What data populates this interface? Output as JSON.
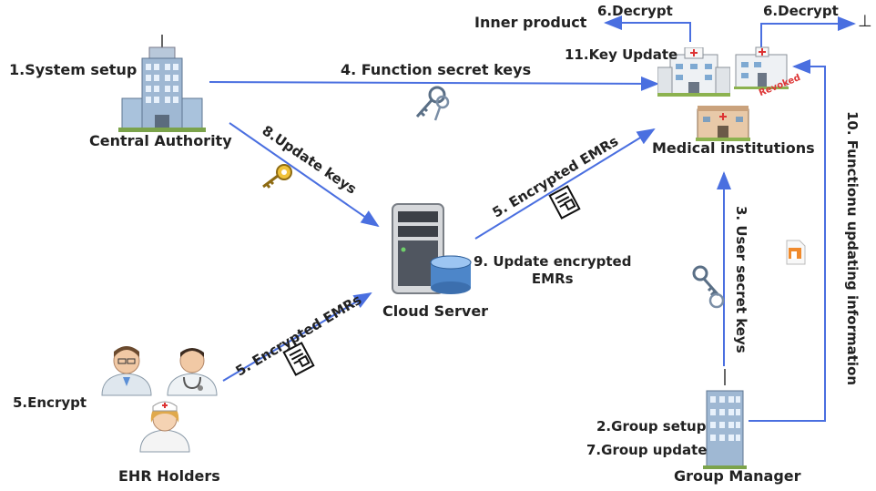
{
  "nodes": {
    "central_authority": "Central Authority",
    "cloud_server": "Cloud Server",
    "medical_institutions": "Medical institutions",
    "group_manager": "Group Manager",
    "ehr_holders": "EHR Holders",
    "inner_product": "Inner product",
    "perp": "⊥",
    "revoked": "Revoked"
  },
  "steps": {
    "system_setup": "1.System setup",
    "group_setup": "2.Group setup",
    "user_secret_keys": "3. User secret keys",
    "function_secret_keys": "4. Function secret keys",
    "encrypted_emrs_to_mi": "5. Encrypted EMRs",
    "encrypted_emrs_from_holders": "5. Encrypted EMRs",
    "encrypt": "5.Encrypt",
    "decrypt_left": "6.Decrypt",
    "decrypt_right": "6.Decrypt",
    "group_update": "7.Group update",
    "update_keys": "8.Update keys",
    "update_encrypted_emrs": "9. Update encrypted EMRs",
    "functionu_updating": "10. Functionu updating information",
    "key_update": "11.Key Update"
  },
  "colors": {
    "arrow": "#4a6fe0"
  }
}
